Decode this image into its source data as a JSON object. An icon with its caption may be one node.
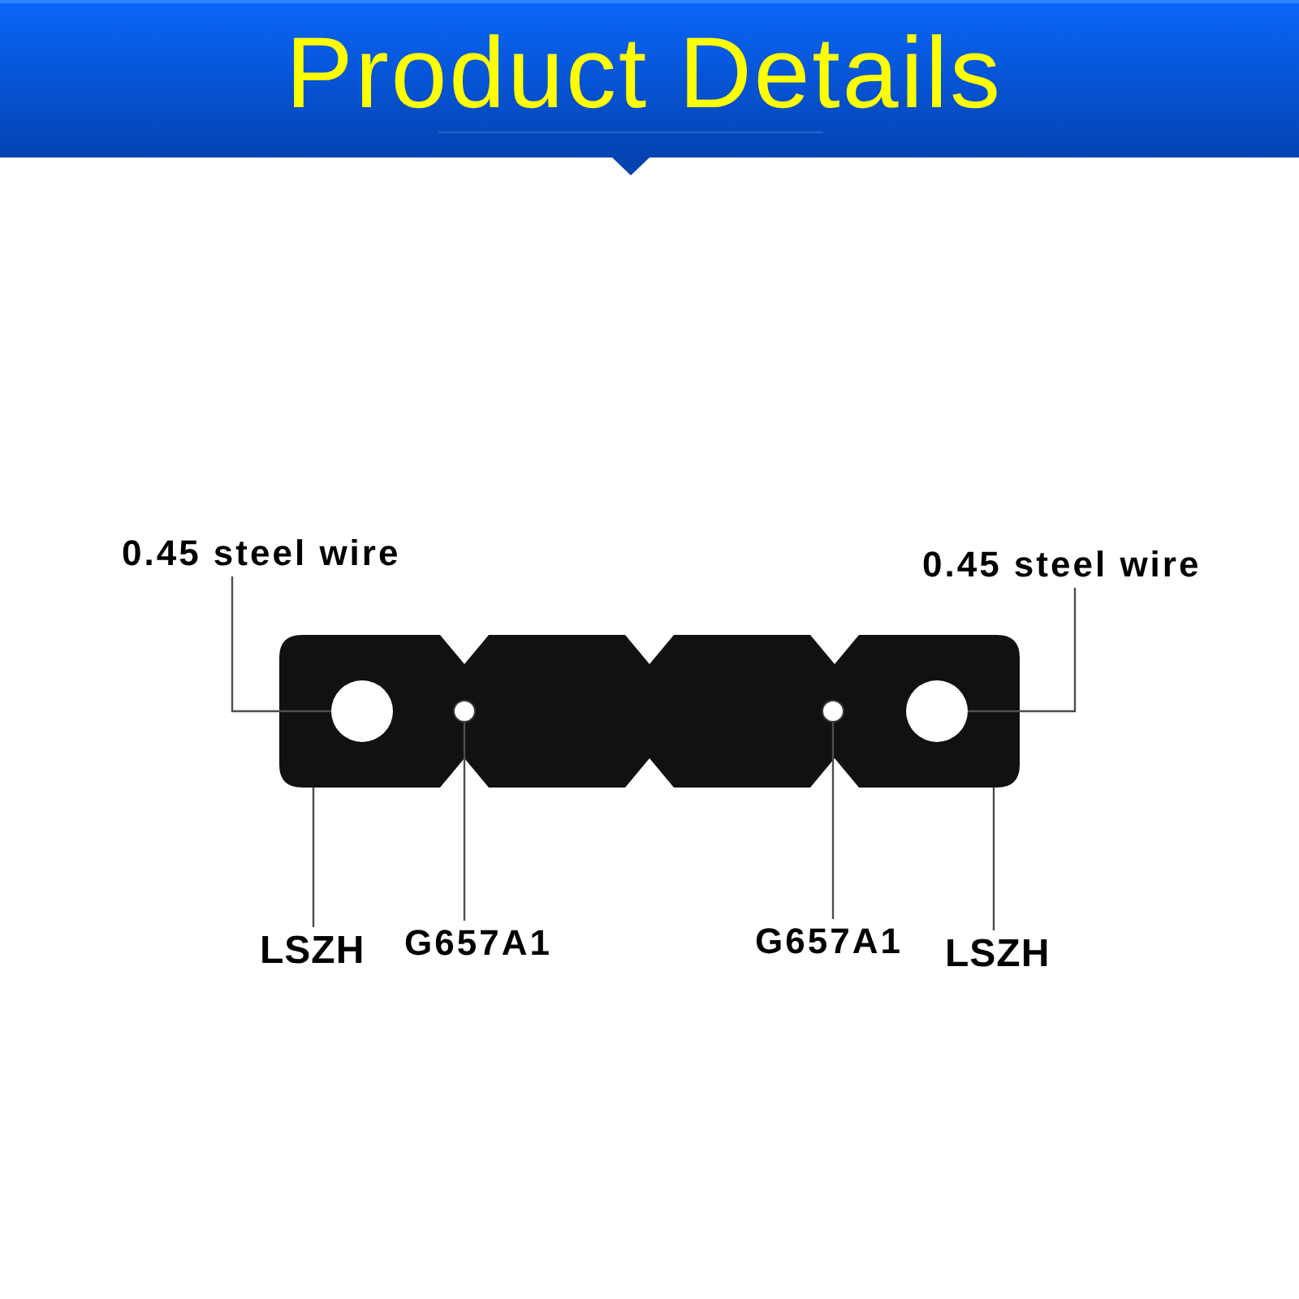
{
  "diagram": {
    "title": "Product Details",
    "nodes": [
      {
        "text": [
          "0.45 steel wire"
        ]
      },
      {
        "text": [
          "0.45 steel wire"
        ]
      },
      {
        "text": [],
        "shape": "picture"
      },
      {
        "text": [],
        "shape": "circle",
        "in": 2
      },
      {
        "text": [],
        "shape": "circle",
        "in": 2
      },
      {
        "text": [],
        "shape": "circle",
        "in": 2
      },
      {
        "text": [],
        "shape": "circle",
        "in": 2
      },
      {
        "text": [
          "LSZH"
        ]
      },
      {
        "text": [
          "G657A1"
        ]
      },
      {
        "text": [
          "G657A1"
        ]
      },
      {
        "text": [
          "LSZH"
        ]
      }
    ],
    "edges": [
      {
        "from": 0,
        "to": 3,
        "arrow": "none"
      },
      {
        "from": 1,
        "to": 6,
        "arrow": "none"
      },
      {
        "from": 7,
        "to": 2,
        "arrow": "none"
      },
      {
        "from": 8,
        "to": 4,
        "arrow": "none"
      },
      {
        "from": 9,
        "to": 5,
        "arrow": "none"
      },
      {
        "from": 10,
        "to": 2,
        "arrow": "none"
      }
    ]
  }
}
